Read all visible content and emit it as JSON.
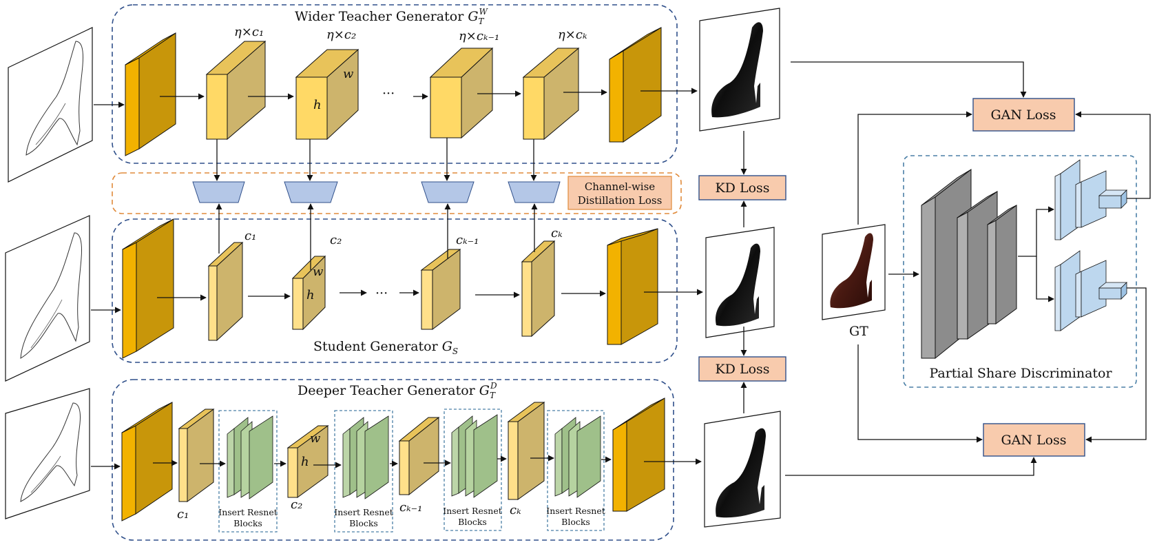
{
  "diagram": {
    "wider_teacher": {
      "title": "Wider Teacher Generator",
      "symbol": "G",
      "symbol_sub": "T",
      "symbol_sup": "W",
      "channel_labels": [
        "η×c₁",
        "η×c₂",
        "η×cₖ₋₁",
        "η×cₖ"
      ],
      "dims": {
        "h": "h",
        "w": "w"
      },
      "ellipsis": "···"
    },
    "student": {
      "title": "Student Generator",
      "symbol": "G",
      "symbol_sub": "S",
      "channel_labels": [
        "c₁",
        "c₂",
        "cₖ₋₁",
        "cₖ"
      ],
      "dims": {
        "h": "h",
        "w": "w"
      },
      "ellipsis": "···"
    },
    "deeper_teacher": {
      "title": "Deeper Teacher Generator",
      "symbol": "G",
      "symbol_sub": "T",
      "symbol_sup": "D",
      "channel_labels": [
        "c₁",
        "c₂",
        "cₖ₋₁",
        "cₖ"
      ],
      "dims": {
        "h": "h",
        "w": "w"
      },
      "resnet_label_line1": "Insert Resnet",
      "resnet_label_line2": "Blocks"
    },
    "distill": {
      "line1": "Channel-wise",
      "line2": "Distillation Loss"
    },
    "kd_loss": [
      "KD Loss",
      "KD Loss"
    ],
    "gan_loss": [
      "GAN Loss",
      "GAN Loss"
    ],
    "gt_label": "GT",
    "discriminator_label": "Partial Share Discriminator",
    "colors": {
      "dash_blue": "#2f4f8a",
      "dash_orange": "#e08a3a",
      "orange_block": "#f2b200",
      "orange_block_side": "#c8960a",
      "yellow_block_front": "#ffd966",
      "yellow_block_side": "#cdb46c",
      "green_block": "#9fc08a",
      "trapezoid": "#b4c7e7",
      "loss_fill": "#f8cbad",
      "disc_gray": "#8c8c8c",
      "disc_blue": "#bdd7ee"
    }
  }
}
